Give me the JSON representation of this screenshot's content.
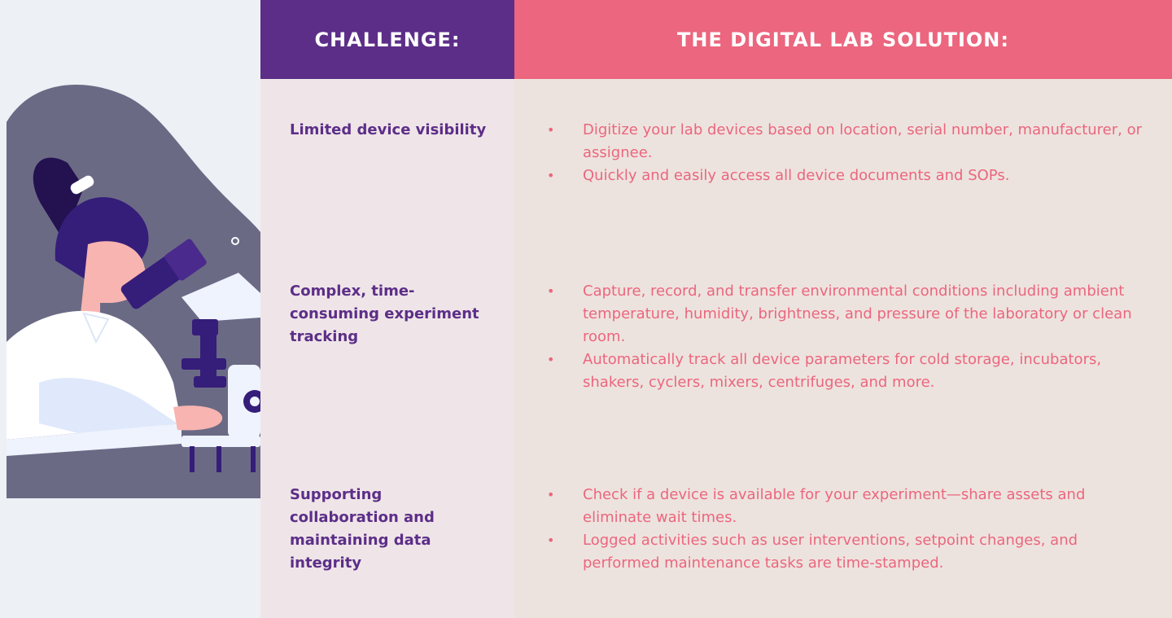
{
  "headers": {
    "challenge": "CHALLENGE:",
    "solution": "THE DIGITAL LAB SOLUTION:"
  },
  "rows": [
    {
      "challenge": "Limited device visibility",
      "solutions": [
        "Digitize your lab devices based on location, serial number, manufacturer, or assignee.",
        "Quickly and easily access all device documents and SOPs."
      ]
    },
    {
      "challenge": "Complex, time-consuming experiment tracking",
      "solutions": [
        "Capture, record, and transfer environmental conditions including ambient temperature, humidity, brightness, and pressure of the laboratory or clean room.",
        "Automatically track all device parameters for cold storage, incubators, shakers, cyclers, mixers, centrifuges, and more."
      ]
    },
    {
      "challenge": "Supporting collaboration and maintaining data integrity",
      "solutions": [
        "Check if a device is available for your experiment—share assets and eliminate wait times.",
        "Logged activities such as user interventions, setpoint changes, and performed maintenance tasks are time-stamped."
      ]
    }
  ],
  "bullet": "•",
  "colors": {
    "purple": "#5c2e88",
    "pink": "#eb667e",
    "challenge_bg": "#efe5e8",
    "solution_bg": "#ede3de",
    "page_bg": "#edf0f4",
    "illustration_bg": "#6b6a85"
  },
  "illustration": {
    "icon": "scientist-microscope-illustration"
  }
}
